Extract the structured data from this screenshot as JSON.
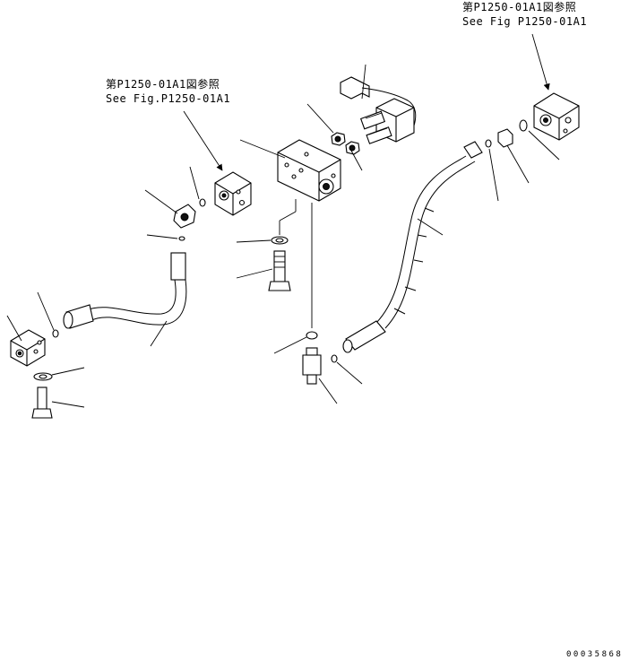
{
  "references": [
    {
      "id": "ref-right",
      "jp": "第P1250-01A1図参照",
      "en": "See Fig P1250-01A1"
    },
    {
      "id": "ref-left",
      "jp": "第P1250-01A1図参照",
      "en": "See Fig.P1250-01A1"
    }
  ],
  "drawing_code": "00035868"
}
